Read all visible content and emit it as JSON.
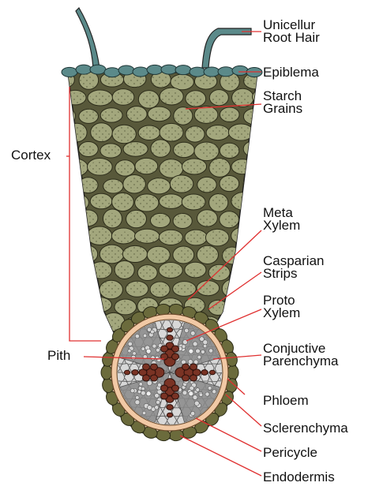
{
  "labels": {
    "root_hair": "Unicellur\nRoot Hair",
    "epiblema": "Epiblema",
    "starch_grains": "Starch\nGrains",
    "cortex": "Cortex",
    "meta_xylem": "Meta\nXylem",
    "casparian_strips": "Casparian\nStrips",
    "proto_xylem": "Proto\nXylem",
    "pith": "Pith",
    "conjunctive_parenchyma": "Conjuctive\nParenchyma",
    "phloem": "Phloem",
    "sclerenchyma": "Sclerenchyma",
    "pericycle": "Pericycle",
    "endodermis": "Endodermis"
  },
  "colors": {
    "cortex_cell": "#a3a77d",
    "cortex_background": "#58583a",
    "epiblema": "#5b8a8a",
    "endodermis": "#6b6b3c",
    "pericycle": "#f1c9a5",
    "xylem": "#7a3324",
    "phloem_background": "#8a8a8a",
    "pith_cell": "#d8d8d8",
    "leader_line": "#e03030"
  }
}
